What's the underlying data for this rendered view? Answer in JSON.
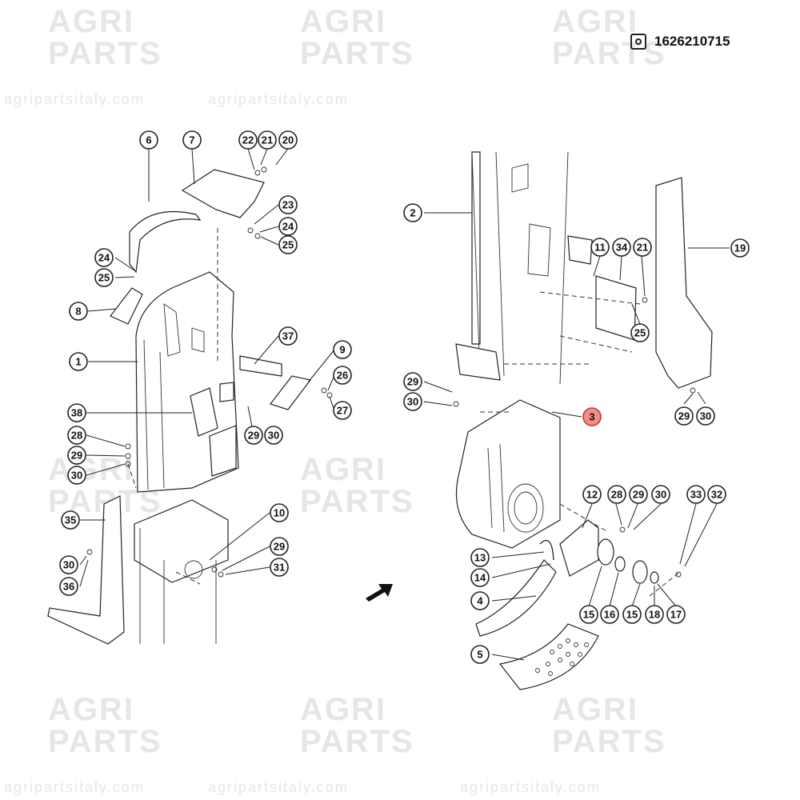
{
  "header": {
    "part_code": "1626210715",
    "code_icon": "part-code-icon"
  },
  "watermark": {
    "brand_line1": "AGRI",
    "brand_line2": "PARTS",
    "url": "agripartsitaly.com"
  },
  "callouts": [
    {
      "label": "6"
    },
    {
      "label": "7"
    },
    {
      "label": "22"
    },
    {
      "label": "21"
    },
    {
      "label": "20"
    },
    {
      "label": "23"
    },
    {
      "label": "24"
    },
    {
      "label": "25"
    },
    {
      "label": "24"
    },
    {
      "label": "25"
    },
    {
      "label": "8"
    },
    {
      "label": "1"
    },
    {
      "label": "37"
    },
    {
      "label": "9"
    },
    {
      "label": "26"
    },
    {
      "label": "27"
    },
    {
      "label": "38"
    },
    {
      "label": "29"
    },
    {
      "label": "30"
    },
    {
      "label": "28"
    },
    {
      "label": "29"
    },
    {
      "label": "30"
    },
    {
      "label": "35"
    },
    {
      "label": "10"
    },
    {
      "label": "29"
    },
    {
      "label": "31"
    },
    {
      "label": "30"
    },
    {
      "label": "36"
    },
    {
      "label": "2"
    },
    {
      "label": "11"
    },
    {
      "label": "34"
    },
    {
      "label": "21"
    },
    {
      "label": "19"
    },
    {
      "label": "25"
    },
    {
      "label": "29"
    },
    {
      "label": "30"
    },
    {
      "label": "3",
      "highlight": true
    },
    {
      "label": "29"
    },
    {
      "label": "30"
    },
    {
      "label": "12"
    },
    {
      "label": "28"
    },
    {
      "label": "29"
    },
    {
      "label": "30"
    },
    {
      "label": "33"
    },
    {
      "label": "32"
    },
    {
      "label": "13"
    },
    {
      "label": "14"
    },
    {
      "label": "4"
    },
    {
      "label": "15"
    },
    {
      "label": "16"
    },
    {
      "label": "15"
    },
    {
      "label": "18"
    },
    {
      "label": "17"
    },
    {
      "label": "5"
    }
  ]
}
